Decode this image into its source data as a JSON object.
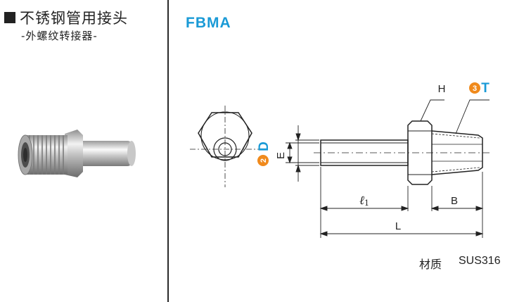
{
  "product": {
    "title": "不锈钢管用接头",
    "subtitle": "-外螺纹转接器-",
    "model": "FBMA"
  },
  "drawing": {
    "labels": {
      "H": "H",
      "T": "T",
      "D": "D",
      "E": "E",
      "l1": "ℓ",
      "l1_sub": "1",
      "B": "B",
      "L": "L"
    },
    "badges": {
      "T": "3",
      "D": "2"
    }
  },
  "material": {
    "label": "材质",
    "value": "SUS316"
  },
  "colors": {
    "accent": "#1a9ad6",
    "badge": "#f08a1c",
    "line": "#222222"
  }
}
